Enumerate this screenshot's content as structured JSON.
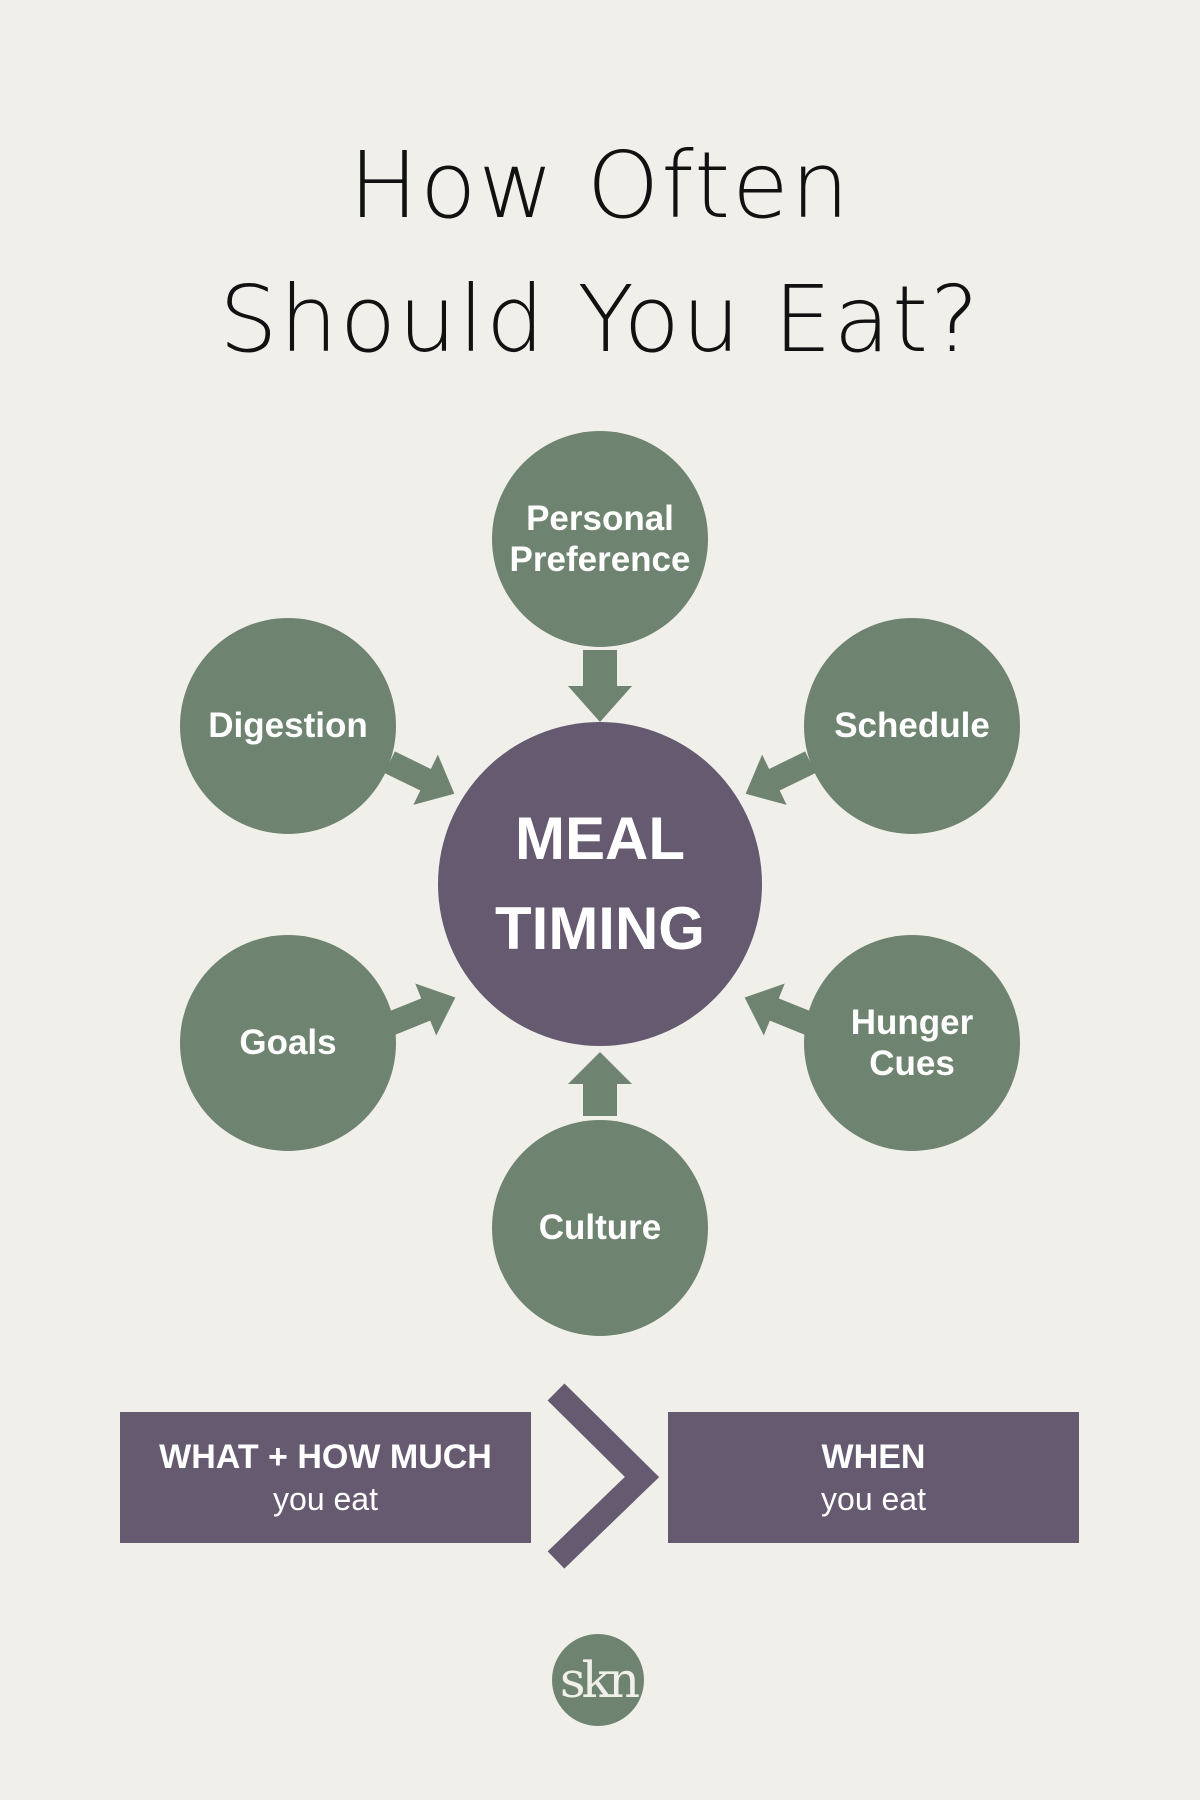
{
  "title": {
    "line1": "How Often",
    "line2": "Should You Eat?"
  },
  "center": {
    "line1": "MEAL",
    "line2": "TIMING"
  },
  "factors": {
    "personal_preference": [
      "Personal",
      "Preference"
    ],
    "schedule": [
      "Schedule"
    ],
    "hunger_cues": [
      "Hunger",
      "Cues"
    ],
    "culture": [
      "Culture"
    ],
    "goals": [
      "Goals"
    ],
    "digestion": [
      "Digestion"
    ]
  },
  "comparison": {
    "left_main": "WHAT + HOW MUCH",
    "left_sub": "you eat",
    "right_main": "WHEN",
    "right_sub": "you eat",
    "relation": "greater-than"
  },
  "logo": {
    "text": "skn"
  },
  "colors": {
    "background": "#f1efea",
    "sage": "#6f8470",
    "plum": "#665a70",
    "text_dark": "#111111"
  }
}
